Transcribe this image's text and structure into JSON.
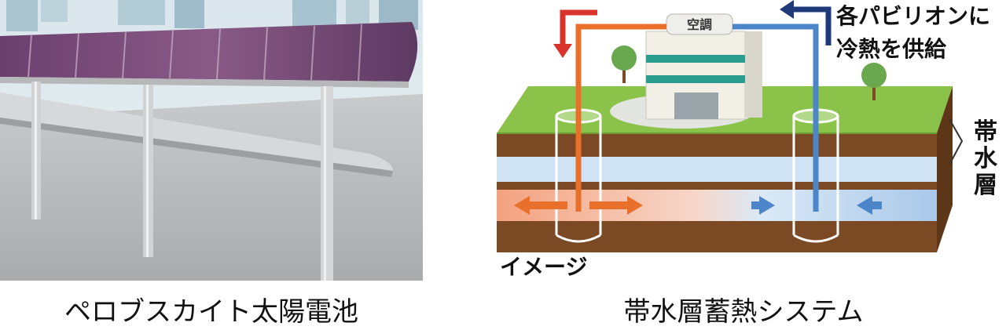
{
  "left": {
    "caption": "ペロブスカイト太陽電池"
  },
  "right": {
    "caption": "帯水層蓄熱システム",
    "building_label": "空調",
    "supply_line1": "各パビリオンに",
    "supply_line2": "冷熱を供給",
    "aquifer_chars": [
      "帯",
      "水",
      "層"
    ],
    "image_label": "イメージ"
  },
  "colors": {
    "warm": "#e8702a",
    "cool": "#4d86c8",
    "navy": "#1e3a7a",
    "grass": "#8bc34a",
    "soil": "#7b4a24",
    "water": "#cfe3f5"
  }
}
